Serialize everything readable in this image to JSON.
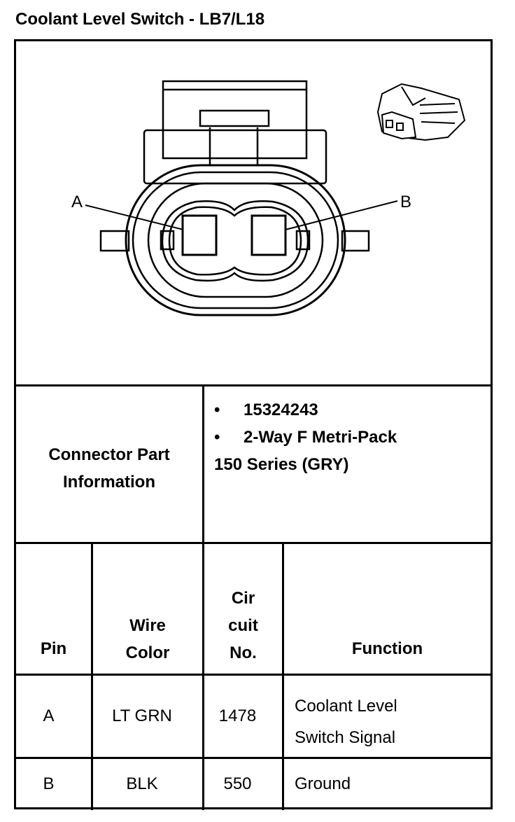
{
  "title": "Coolant Level Switch - LB7/L18",
  "diagram": {
    "pin_labels": [
      "A",
      "B"
    ],
    "icon": "connector-thumbnail-icon"
  },
  "connector_info": {
    "label_line1": "Connector Part",
    "label_line2": "Information",
    "bullets": [
      "15324243",
      "2-Way F Metri-Pack"
    ],
    "continuation": "150 Series (GRY)"
  },
  "table": {
    "headers": {
      "pin": "Pin",
      "wire_color": [
        "Wire",
        "Color"
      ],
      "circuit": [
        "Cir",
        "cuit",
        "No."
      ],
      "function": "Function"
    },
    "rows": [
      {
        "pin": "A",
        "color": "LT GRN",
        "circuit": "1478",
        "function": [
          "Coolant Level",
          "Switch Signal"
        ]
      },
      {
        "pin": "B",
        "color": "BLK",
        "circuit": "550",
        "function": [
          "Ground"
        ]
      }
    ]
  }
}
